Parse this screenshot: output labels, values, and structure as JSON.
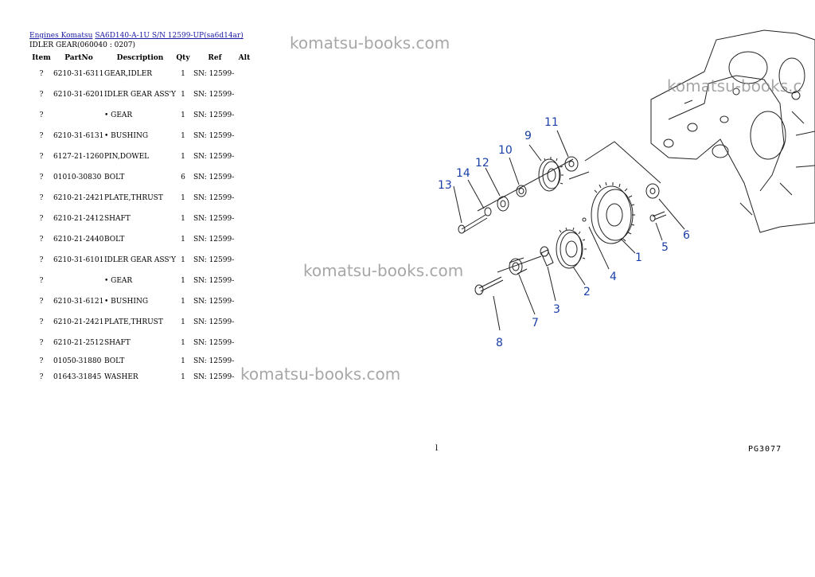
{
  "breadcrumb": {
    "link1": "Engines Komatsu",
    "link2": "SA6D140-A-1U S/N 12599-UP(sa6d14ar)"
  },
  "subtitle": "IDLER GEAR(060040 : 0207)",
  "columns": [
    "Item",
    "PartNo",
    "Description",
    "Qty",
    "Ref",
    "Alt"
  ],
  "rows": [
    {
      "item": "?",
      "part": "6210-31-6311",
      "desc": "GEAR,IDLER",
      "qty": "1",
      "ref": "SN: 12599-"
    },
    {
      "item": "?",
      "part": "6210-31-6201",
      "desc": "IDLER GEAR ASS'Y",
      "qty": "1",
      "ref": "SN: 12599-"
    },
    {
      "item": "?",
      "part": "",
      "desc": "• GEAR",
      "qty": "1",
      "ref": "SN: 12599-"
    },
    {
      "item": "?",
      "part": "6210-31-6131",
      "desc": "• BUSHING",
      "qty": "1",
      "ref": "SN: 12599-"
    },
    {
      "item": "?",
      "part": "6127-21-1260",
      "desc": "PIN,DOWEL",
      "qty": "1",
      "ref": "SN: 12599-"
    },
    {
      "item": "?",
      "part": "01010-30830",
      "desc": "BOLT",
      "qty": "6",
      "ref": "SN: 12599-"
    },
    {
      "item": "?",
      "part": "6210-21-2421",
      "desc": "PLATE,THRUST",
      "qty": "1",
      "ref": "SN: 12599-"
    },
    {
      "item": "?",
      "part": "6210-21-2412",
      "desc": "SHAFT",
      "qty": "1",
      "ref": "SN: 12599-"
    },
    {
      "item": "?",
      "part": "6210-21-2440",
      "desc": "BOLT",
      "qty": "1",
      "ref": "SN: 12599-"
    },
    {
      "item": "?",
      "part": "6210-31-6101",
      "desc": "IDLER GEAR ASS'Y",
      "qty": "1",
      "ref": "SN: 12599-"
    },
    {
      "item": "?",
      "part": "",
      "desc": "• GEAR",
      "qty": "1",
      "ref": "SN: 12599-"
    },
    {
      "item": "?",
      "part": "6210-31-6121",
      "desc": "• BUSHING",
      "qty": "1",
      "ref": "SN: 12599-"
    },
    {
      "item": "?",
      "part": "6210-21-2421",
      "desc": "PLATE,THRUST",
      "qty": "1",
      "ref": "SN: 12599-"
    },
    {
      "item": "?",
      "part": "6210-21-2512",
      "desc": "SHAFT",
      "qty": "1",
      "ref": "SN: 12599-"
    },
    {
      "item": "?",
      "part": "01050-31880",
      "desc": "BOLT",
      "qty": "1",
      "ref": "SN: 12599-"
    },
    {
      "item": "?",
      "part": "01643-31845",
      "desc": "WASHER",
      "qty": "1",
      "ref": "SN: 12599-"
    }
  ],
  "watermark": "komatsu-books.com",
  "watermark_partial": "komatsu-books.c",
  "callouts": [
    "1",
    "2",
    "3",
    "4",
    "5",
    "6",
    "7",
    "8",
    "9",
    "10",
    "11",
    "12",
    "13",
    "14"
  ],
  "page_mark": "l",
  "page_code": "PG3077",
  "colors": {
    "link": "#1a1aa6",
    "callout": "#1a3fa8",
    "watermark": "#8a8a8a"
  }
}
